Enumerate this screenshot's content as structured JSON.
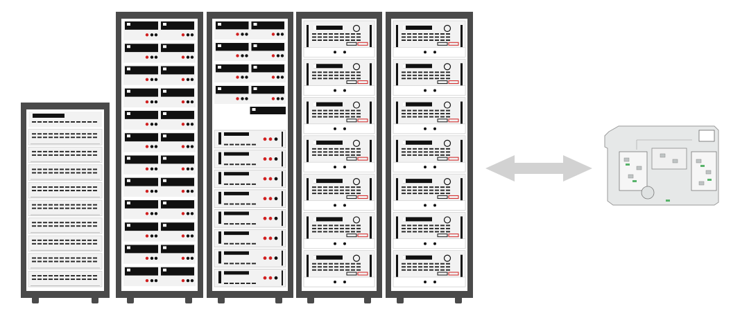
{
  "illustration": {
    "colors": {
      "background": "#ffffff",
      "rack_frame": "#4a4a4a",
      "rack_inner": "#ffffff",
      "unit_dark": "#111111",
      "unit_light": "#f2f2f2",
      "vent": "#2b2b2b",
      "terminal_red": "#d11f1f",
      "arrow": "#d2d2d2",
      "board": "#e6e8e8",
      "board_edge": "#9a9a9a",
      "connector_green": "#58b36a"
    },
    "racks": [
      {
        "name": "rack-1",
        "units": 10,
        "unit_style": "vented-panel"
      },
      {
        "name": "rack-2",
        "units": 12,
        "unit_style": "dual-bench-supply"
      },
      {
        "name": "rack-3",
        "units": 13,
        "unit_style": "mixed-bench-and-electronic-load"
      },
      {
        "name": "rack-4",
        "units": 7,
        "unit_style": "dc-power-supply"
      },
      {
        "name": "rack-5",
        "units": 7,
        "unit_style": "dc-power-supply"
      }
    ],
    "arrow": {
      "icon": "double-arrow-icon",
      "direction": "bidirectional"
    },
    "device": {
      "icon": "circuit-board-icon",
      "description_visible": false
    }
  }
}
